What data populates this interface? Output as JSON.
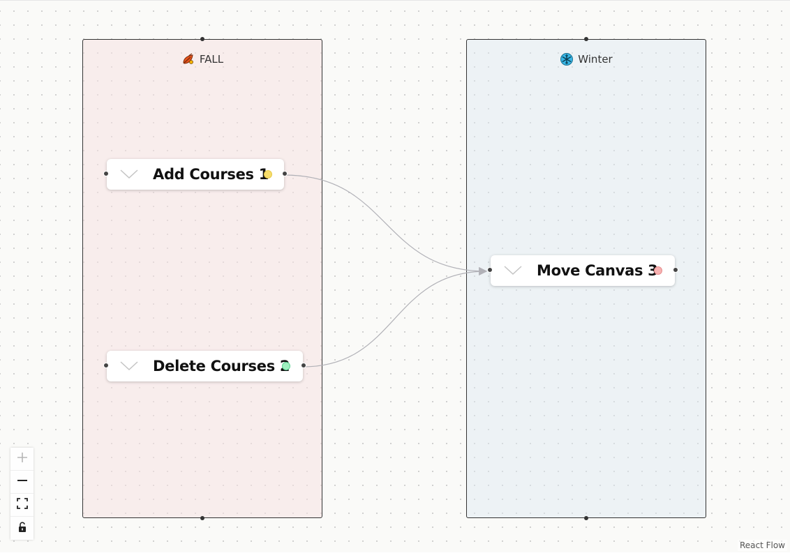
{
  "groups": [
    {
      "label": "FALL",
      "icon": "fallen-leaf-icon",
      "background": "#f6e9e8"
    },
    {
      "label": "Winter",
      "icon": "snowflake-icon",
      "background": "#eef3f8"
    }
  ],
  "nodes": [
    {
      "label": "Add Courses 1",
      "status_color": "#f7dd6b"
    },
    {
      "label": "Delete Courses 2",
      "status_color": "#9ff0c0"
    },
    {
      "label": "Move Canvas 3",
      "status_color": "#f7b2b2"
    }
  ],
  "edges": [
    {
      "from": "Add Courses 1",
      "to": "Move Canvas 3"
    },
    {
      "from": "Delete Courses 2",
      "to": "Move Canvas 3"
    }
  ],
  "controls": [
    {
      "name": "zoom-in",
      "icon": "plus-icon"
    },
    {
      "name": "zoom-out",
      "icon": "minus-icon"
    },
    {
      "name": "fit-view",
      "icon": "fit-view-icon"
    },
    {
      "name": "toggle-interactivity",
      "icon": "lock-icon"
    }
  ],
  "attribution": "React Flow"
}
